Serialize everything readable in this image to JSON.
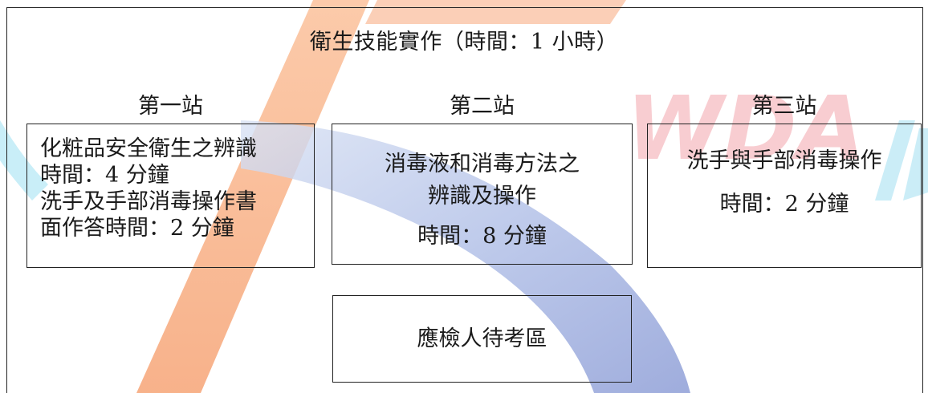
{
  "title": "衛生技能實作（時間：1 小時）",
  "stations": [
    {
      "label": "第一站",
      "lines": [
        "化粧品安全衛生之辨識",
        "時間：4 分鐘",
        "洗手及手部消毒操作書",
        "面作答時間：2 分鐘"
      ]
    },
    {
      "label": "第二站",
      "lines": [
        "消毒液和消毒方法之",
        "辨識及操作",
        "時間：8 分鐘"
      ]
    },
    {
      "label": "第三站",
      "lines": [
        "洗手與手部消毒操作",
        "時間：2 分鐘"
      ]
    }
  ],
  "waiting_area": "應檢人待考區",
  "watermark": {
    "text": "WDA",
    "colors": {
      "orange": "#f6a476",
      "blue": "#8ea2d8",
      "red": "#f3a6ad",
      "cyan": "#b5e6f4"
    }
  }
}
